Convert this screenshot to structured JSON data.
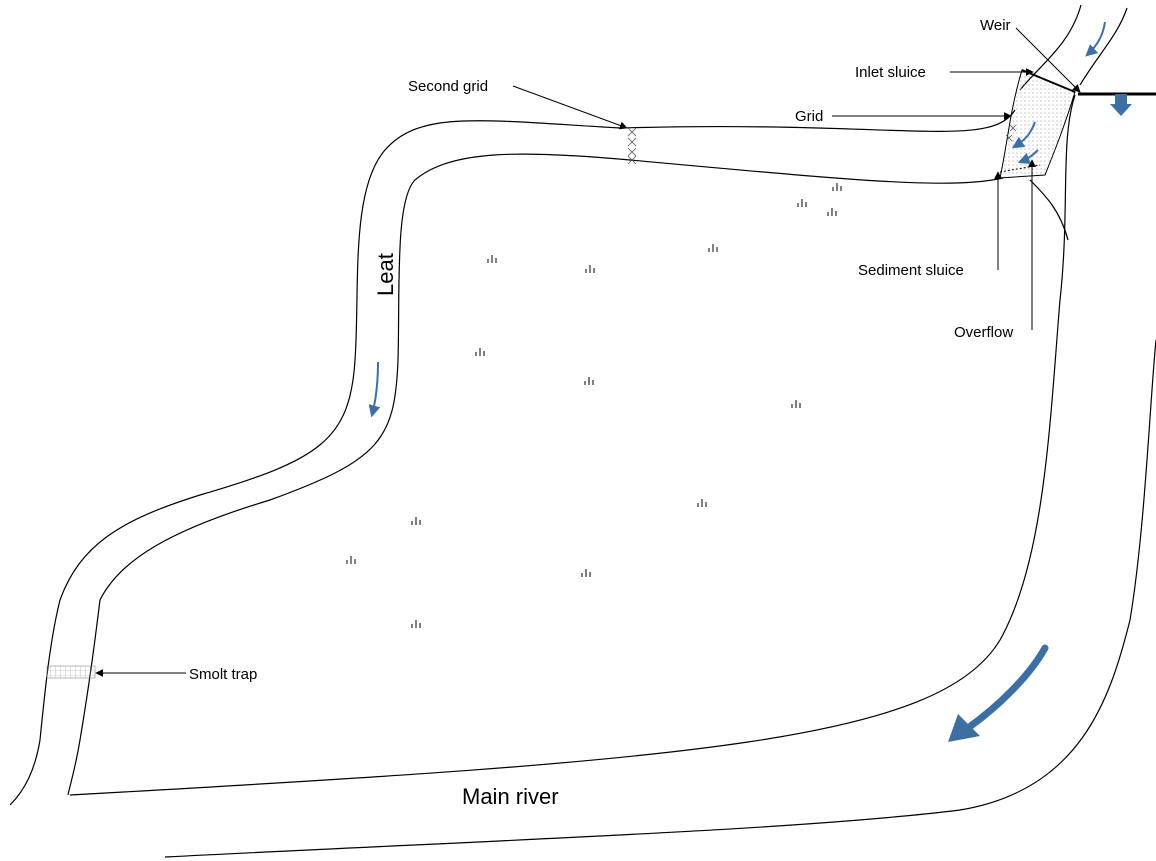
{
  "labels": {
    "weir": "Weir",
    "inlet_sluice": "Inlet sluice",
    "second_grid": "Second grid",
    "grid": "Grid",
    "leat": "Leat",
    "sediment_sluice": "Sediment sluice",
    "overflow": "Overflow",
    "smolt_trap": "Smolt trap",
    "main_river": "Main river"
  },
  "colors": {
    "flow_arrow": "#3d6fa3",
    "outline": "#000000",
    "stipple": "#9aa6b2"
  },
  "icons": {
    "flow": "flow-arrow-icon",
    "grass": "grass-tuft-icon"
  }
}
